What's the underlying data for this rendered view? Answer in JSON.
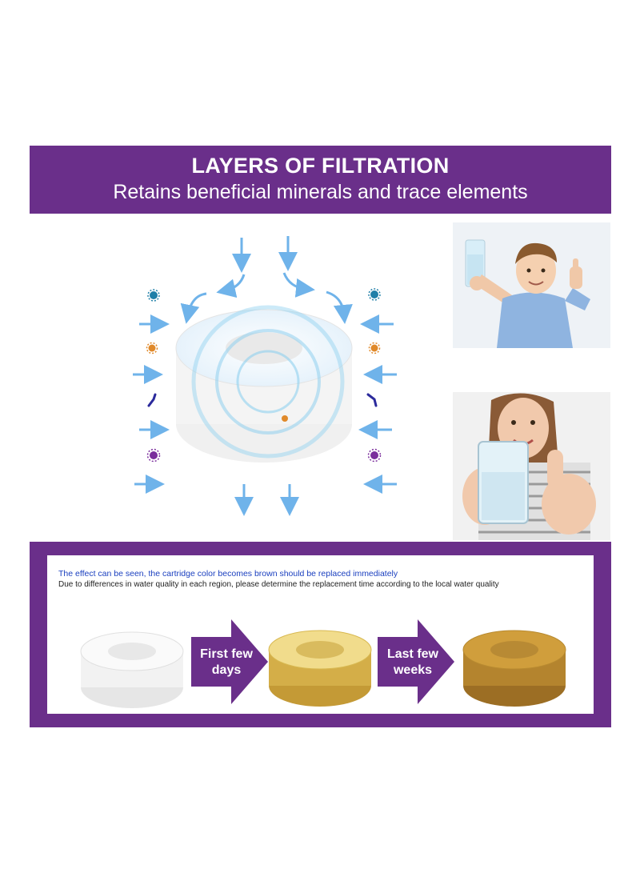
{
  "banner": {
    "title": "LAYERS OF FILTRATION",
    "subtitle": "Retains beneficial minerals and trace elements"
  },
  "notice": {
    "line1": "The effect can be seen, the cartridge color becomes brown should be replaced immediately",
    "line2": "Due to differences in water quality in each region, please determine the replacement time according to the local water quality"
  },
  "stages": [
    {
      "label_line1": "First few",
      "label_line2": "days"
    },
    {
      "label_line1": "Last few",
      "label_line2": "weeks"
    }
  ],
  "colors": {
    "brand_purple": "#6a2f8a",
    "arrow_blue": "#6fb3ea",
    "notice_blue": "#1a3fbf",
    "new_cartridge": "#f4f4f4",
    "used_cartridge": "#d9b54a",
    "old_cartridge": "#b8862e"
  },
  "icons": [
    "water-flow-arrow-icon",
    "germ-icon",
    "bacteria-icon",
    "particle-icon"
  ]
}
